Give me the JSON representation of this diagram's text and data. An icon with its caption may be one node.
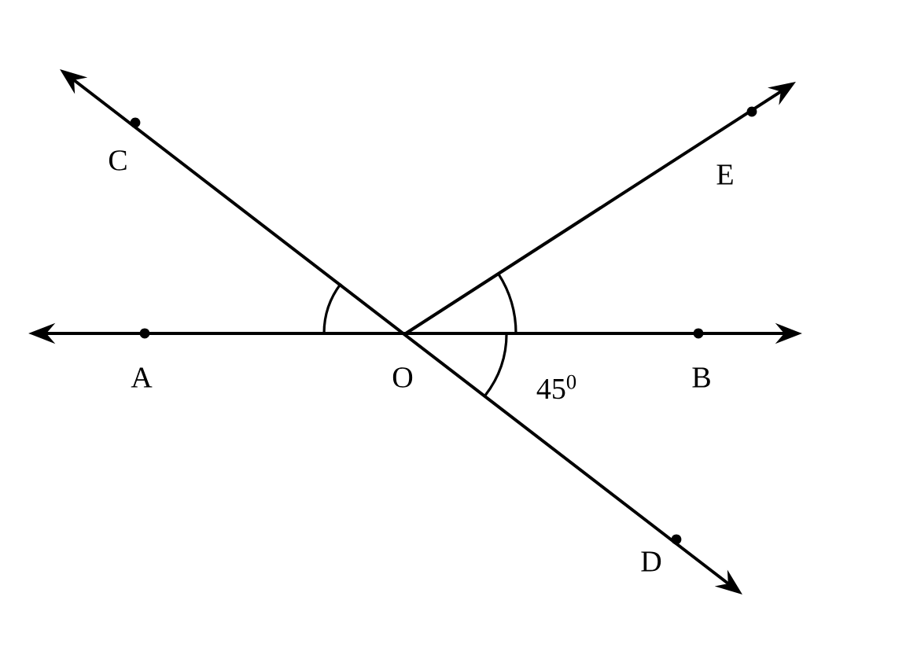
{
  "diagram": {
    "labels": [
      "C",
      "E",
      "A",
      "O",
      "B",
      "45$^{0}$",
      "D"
    ]
  }
}
